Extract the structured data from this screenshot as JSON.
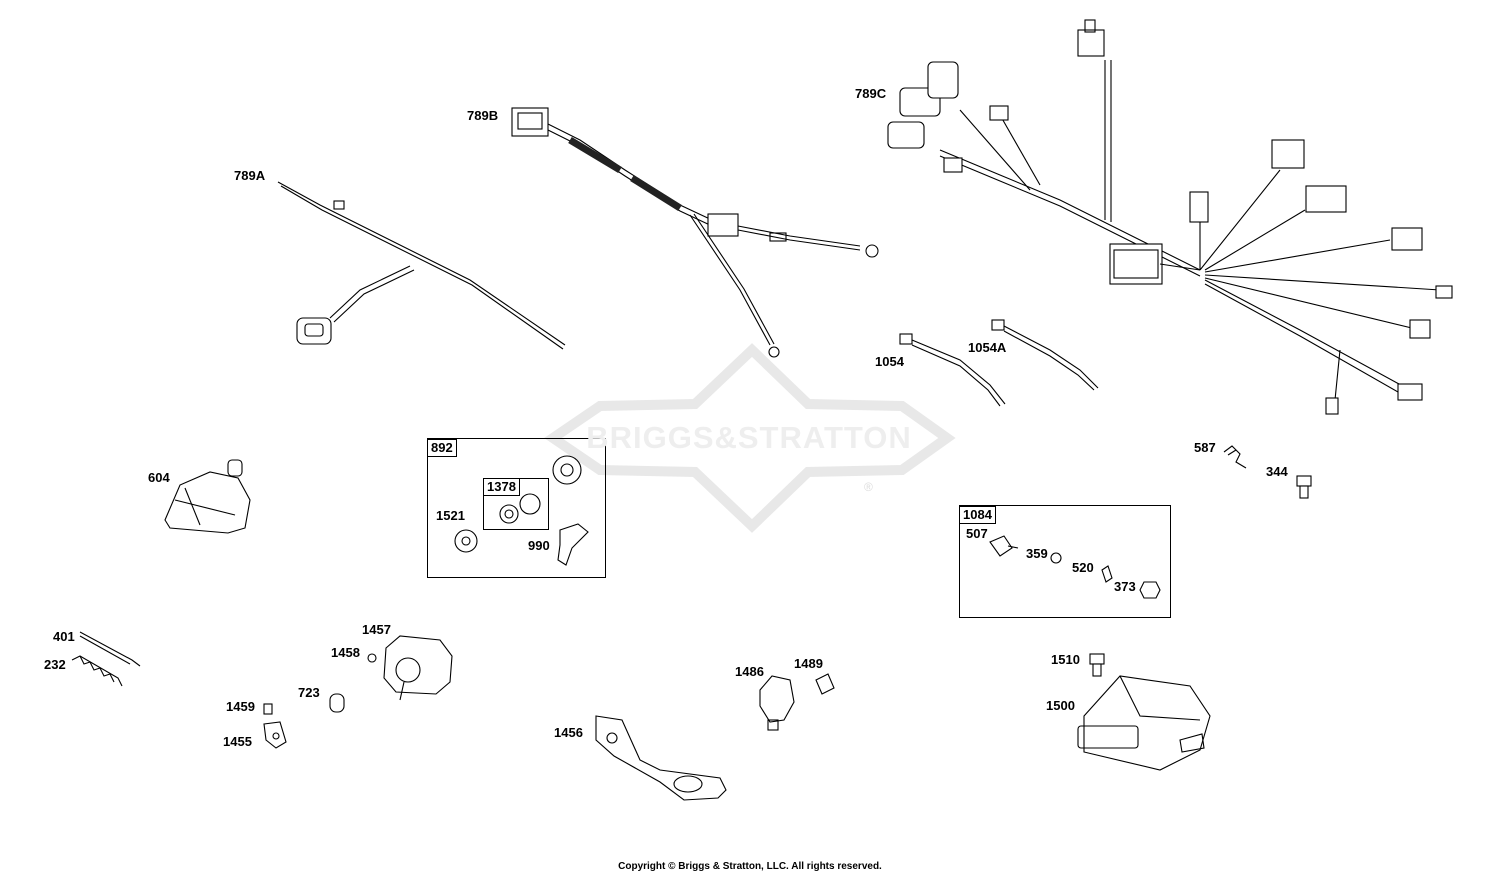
{
  "watermark": {
    "brand": "BRIGGS&STRATTON",
    "registered": "®"
  },
  "copyright": "Copyright © Briggs & Stratton, LLC. All rights reserved.",
  "callouts": {
    "p789A": "789A",
    "p789B": "789B",
    "p789C": "789C",
    "p1054": "1054",
    "p1054A": "1054A",
    "p604": "604",
    "p587": "587",
    "p344": "344",
    "p1521": "1521",
    "p990": "990",
    "p507": "507",
    "p359": "359",
    "p520": "520",
    "p373": "373",
    "p401": "401",
    "p232": "232",
    "p1457": "1457",
    "p1458": "1458",
    "p723": "723",
    "p1459": "1459",
    "p1455": "1455",
    "p1456": "1456",
    "p1486": "1486",
    "p1489": "1489",
    "p1510": "1510",
    "p1500": "1500"
  },
  "kits": {
    "k892": "892",
    "k1378": "1378",
    "k1084": "1084"
  }
}
